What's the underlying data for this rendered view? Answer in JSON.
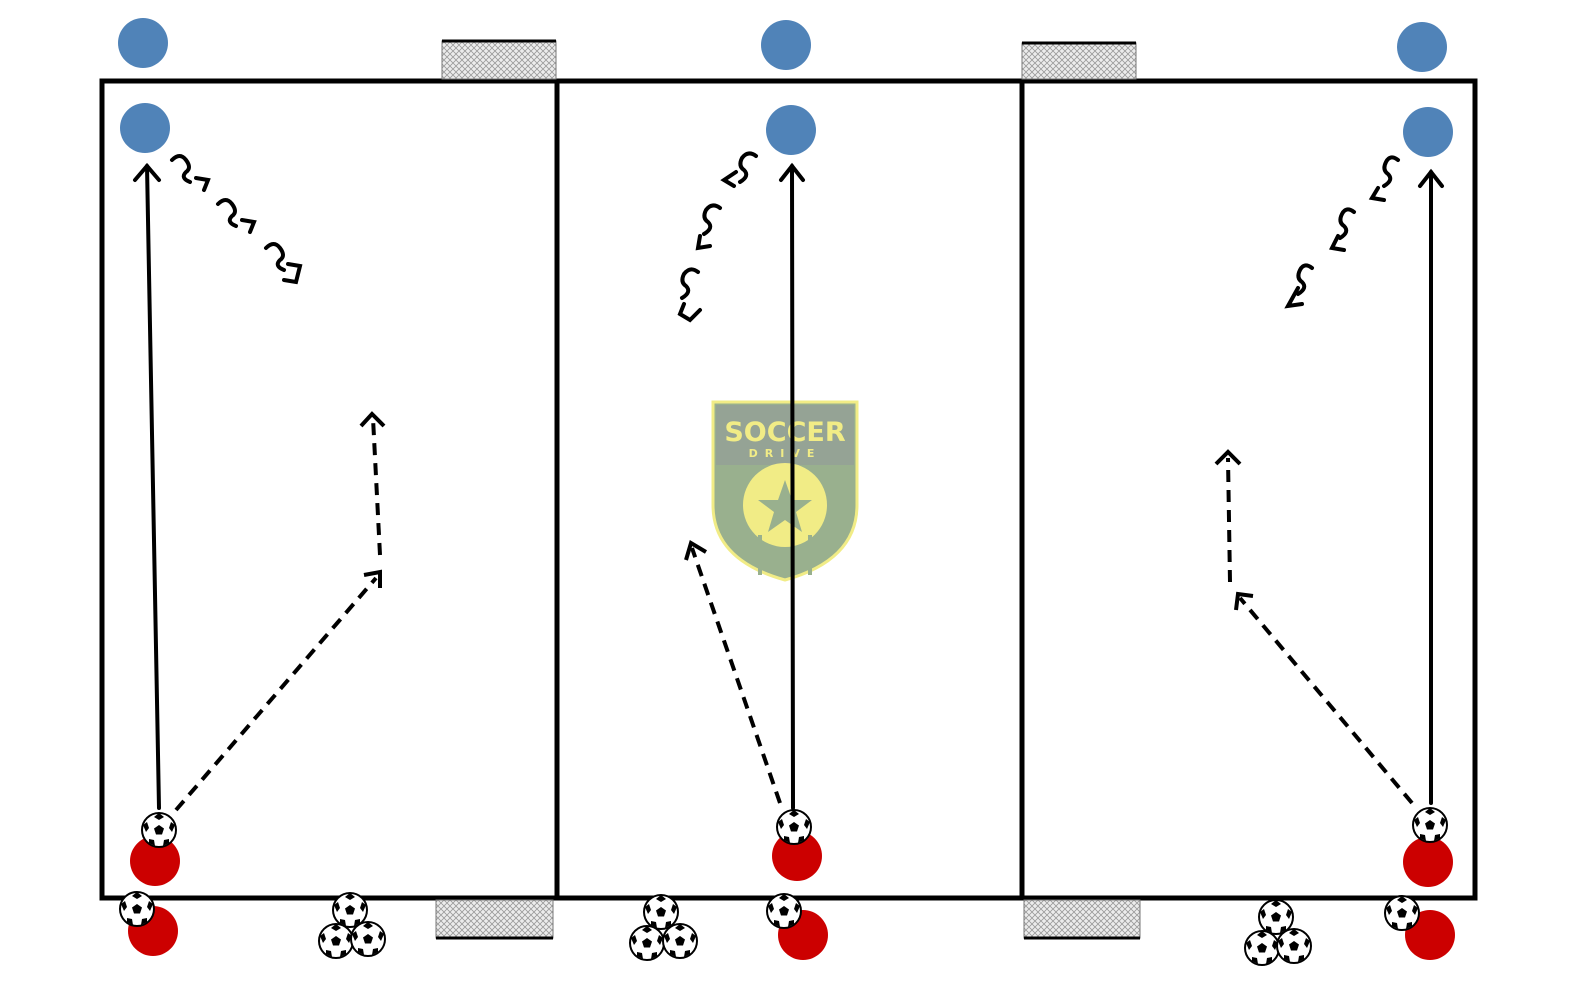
{
  "colors": {
    "background": "#ffffff",
    "field_line": "#000000",
    "team_blue": "#5083b8",
    "team_red": "#cc0000",
    "goal_net": "#e4e4e4",
    "logo_green": "#8fa882",
    "logo_yellow": "#f0ea7a"
  },
  "logo": {
    "line1": "SOCCER",
    "line2": "DRIVE"
  },
  "legend": {
    "player_blue": "blue-player-icon",
    "player_red": "red-player-icon",
    "ball": "soccer-ball-icon",
    "pass": "dashed-arrow",
    "run": "solid-arrow",
    "dribble": "wavy-arrow"
  }
}
